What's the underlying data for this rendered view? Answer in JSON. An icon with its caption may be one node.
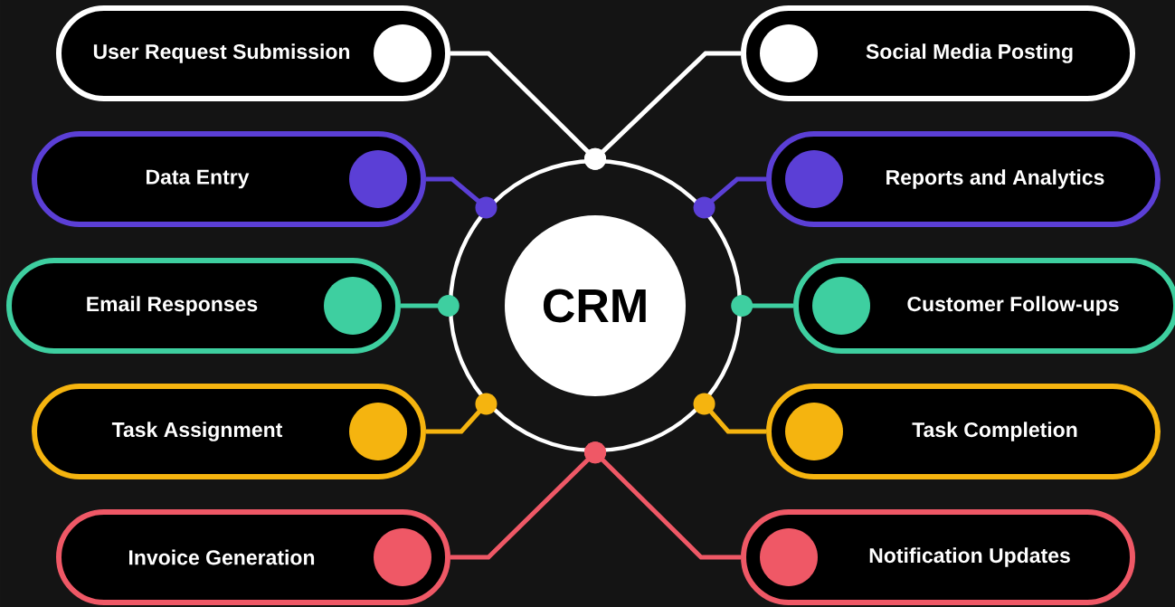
{
  "diagram": {
    "nodes": [
      {
        "text": [],
        "shape": "circle"
      },
      {
        "text": [
          "CRM"
        ],
        "in": 0
      },
      {
        "text": [
          "User Request Submission"
        ]
      },
      {
        "text": [
          "Social Media Posting"
        ]
      },
      {
        "text": [
          "Data Entry"
        ]
      },
      {
        "text": [
          "Reports and Analytics"
        ]
      },
      {
        "text": [
          "Email Responses"
        ]
      },
      {
        "text": [
          "Customer Follow-ups"
        ]
      },
      {
        "text": [
          "Task Assignment"
        ]
      },
      {
        "text": [
          "Task Completion"
        ]
      },
      {
        "text": [
          "Invoice Generation"
        ]
      },
      {
        "text": [
          "Notification Updates"
        ]
      }
    ],
    "edges": [
      {
        "from": 2,
        "to": 0,
        "arrow": "other",
        "color": "#ffffff"
      },
      {
        "from": 3,
        "to": 0,
        "arrow": "other",
        "color": "#ffffff"
      },
      {
        "from": 4,
        "to": 0,
        "arrow": "other",
        "color": "#5b3fd6"
      },
      {
        "from": 5,
        "to": 0,
        "arrow": "other",
        "color": "#5b3fd6"
      },
      {
        "from": 6,
        "to": 0,
        "arrow": "other",
        "color": "#3ecfa0"
      },
      {
        "from": 7,
        "to": 0,
        "arrow": "other",
        "color": "#3ecfa0"
      },
      {
        "from": 8,
        "to": 0,
        "arrow": "other",
        "color": "#f5b40f"
      },
      {
        "from": 9,
        "to": 0,
        "arrow": "other",
        "color": "#f5b40f"
      },
      {
        "from": 10,
        "to": 0,
        "arrow": "other",
        "color": "#ef5866"
      },
      {
        "from": 11,
        "to": 0,
        "arrow": "other",
        "color": "#ef5866"
      }
    ]
  }
}
